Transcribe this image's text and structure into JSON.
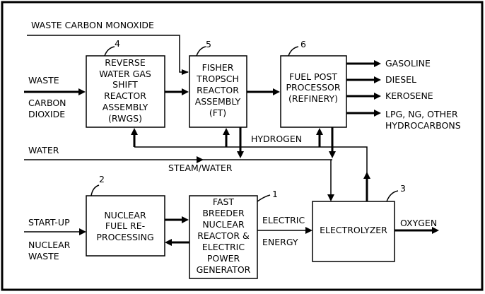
{
  "inputs": {
    "waste_co": "WASTE CARBON MONOXIDE",
    "waste": "WASTE",
    "carbon": "CARBON",
    "dioxide": "DIOXIDE",
    "water": "WATER",
    "startup": "START-UP",
    "nuclear": "NUCLEAR",
    "waste2": "WASTE"
  },
  "boxes": {
    "rwgs": {
      "num": "4",
      "lines": [
        "REVERSE",
        "WATER GAS",
        "SHIFT",
        "REACTOR",
        "ASSEMBLY",
        "(RWGS)"
      ]
    },
    "ft": {
      "num": "5",
      "lines": [
        "FISHER",
        "TROPSCH",
        "REACTOR",
        "ASSEMBLY",
        "(FT)"
      ]
    },
    "refinery": {
      "num": "6",
      "lines": [
        "FUEL POST",
        "PROCESSOR",
        "(REFINERY)"
      ]
    },
    "reprocessing": {
      "num": "2",
      "lines": [
        "NUCLEAR",
        "FUEL RE-",
        "PROCESSING"
      ]
    },
    "reactor": {
      "num": "1",
      "lines": [
        "FAST",
        "BREEDER",
        "NUCLEAR",
        "REACTOR &",
        "ELECTRIC",
        "POWER",
        "GENERATOR"
      ]
    },
    "electrolyzer": {
      "num": "3",
      "lines": [
        "ELECTROLYZER"
      ]
    }
  },
  "outputs": {
    "gasoline": "GASOLINE",
    "diesel": "DIESEL",
    "kerosene": "KEROSENE",
    "lpg": "LPG, NG, OTHER",
    "hydrocarbons": "HYDROCARBONS",
    "oxygen": "OXYGEN"
  },
  "flows": {
    "hydrogen": "HYDROGEN",
    "steam": "STEAM/WATER",
    "electric": "ELECTRIC",
    "energy": "ENERGY"
  }
}
